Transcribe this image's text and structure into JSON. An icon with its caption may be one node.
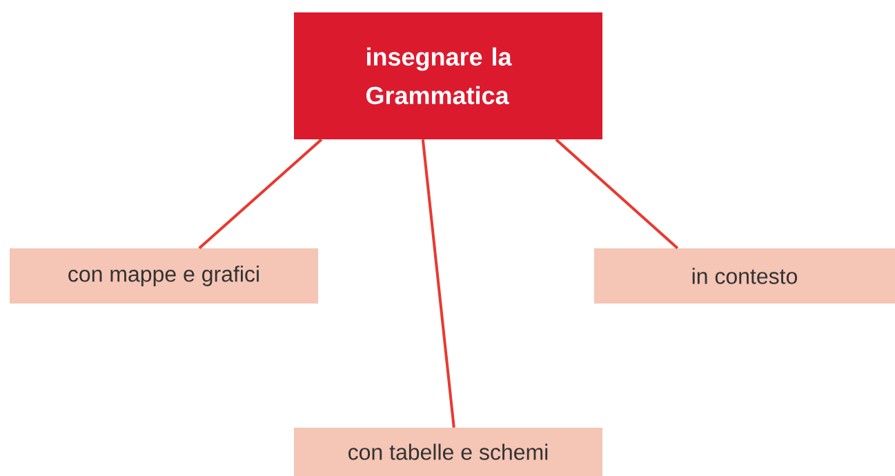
{
  "diagram": {
    "nodes": [
      {
        "text": [
          "insegnare la Grammatica"
        ]
      },
      {
        "text": [
          "con mappe e grafici"
        ]
      },
      {
        "text": [
          "in contesto"
        ]
      },
      {
        "text": [
          "con tabelle e schemi"
        ]
      }
    ],
    "edges": [
      {
        "from": 0,
        "to": 1,
        "arrow": "none"
      },
      {
        "from": 0,
        "to": 3,
        "arrow": "none"
      },
      {
        "from": 0,
        "to": 2,
        "arrow": "none"
      }
    ]
  }
}
